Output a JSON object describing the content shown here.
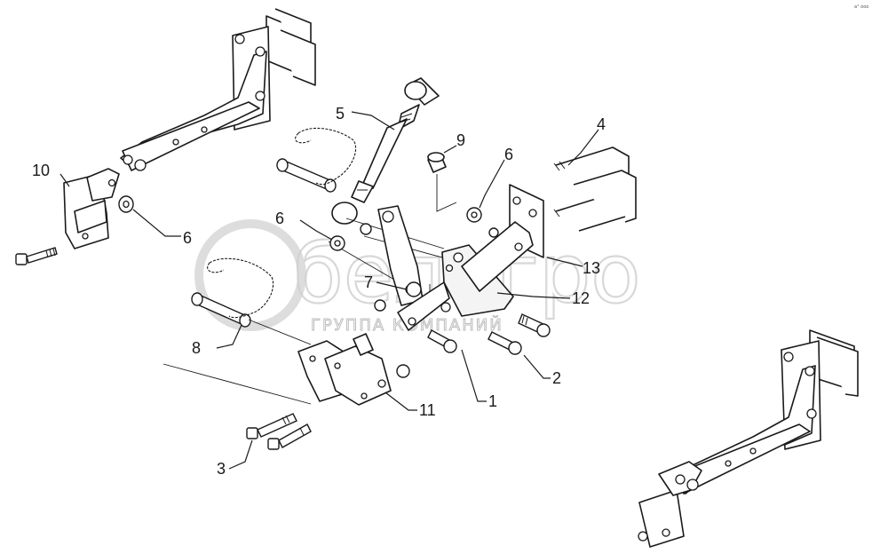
{
  "callouts": [
    "1",
    "2",
    "3",
    "4",
    "5",
    "6",
    "6",
    "6",
    "7",
    "8",
    "9",
    "10",
    "11",
    "12",
    "13"
  ],
  "watermark": {
    "brand": "белагро",
    "subtitle": "ГРУППА КОМПАНИЙ"
  },
  "corner_mark": "a° ooo"
}
